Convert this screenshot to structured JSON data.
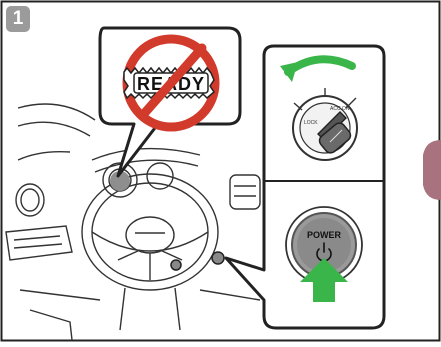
{
  "step": {
    "number": "1"
  },
  "callout": {
    "status_text": "READY"
  },
  "power_button": {
    "label": "POWER"
  },
  "colors": {
    "frame": "#222222",
    "badge": "#9b9b9b",
    "prohibit": "#d23a2b",
    "arrow_green": "#39b54a",
    "button_grey": "#8a8a8a",
    "side_tab": "#a8727f"
  },
  "icons": [
    "prohibit-icon",
    "rotate-arrow-icon",
    "key-icon",
    "power-symbol-icon",
    "push-arrow-icon"
  ]
}
